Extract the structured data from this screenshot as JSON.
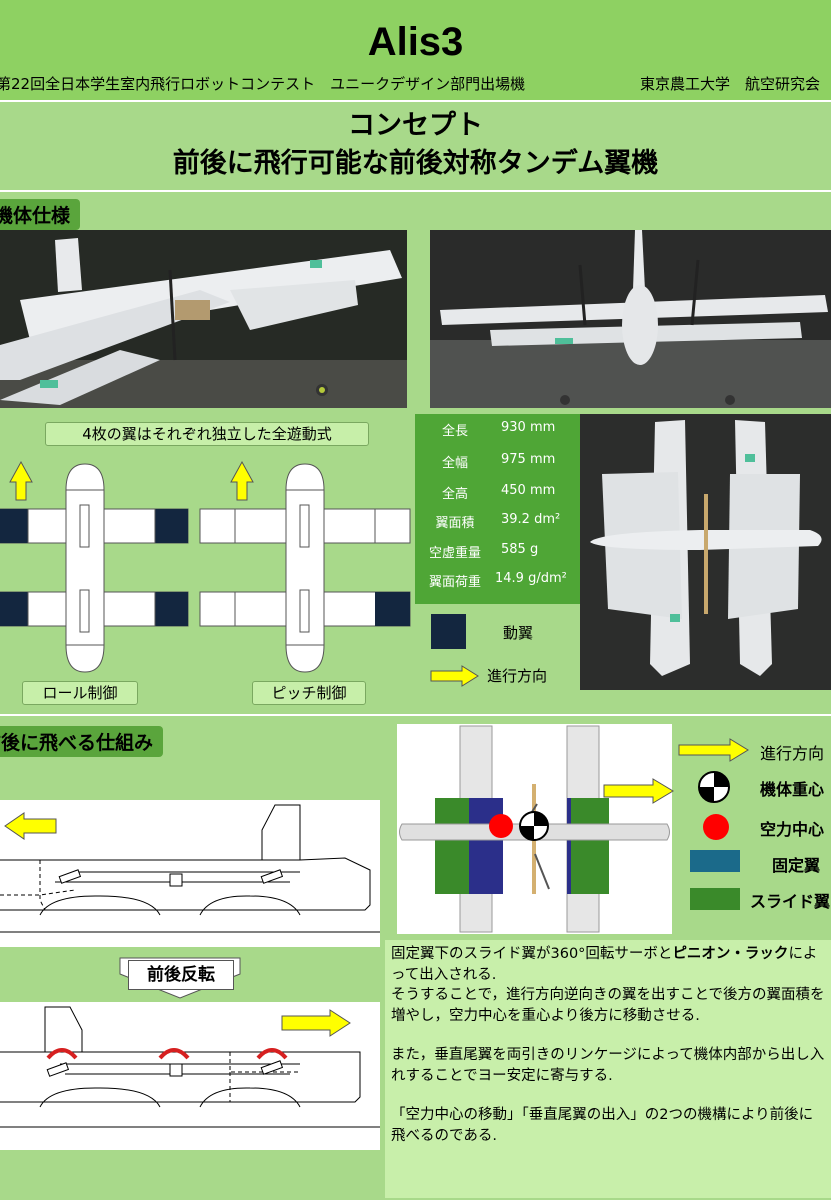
{
  "header": {
    "title": "Alis3",
    "subtitle_left": "第22回全日本学生室内飛行ロボットコンテスト　ユニークデザイン部門出場機",
    "subtitle_right": "東京農工大学　航空研究会"
  },
  "concept": {
    "line1": "コンセプト",
    "line2": "前後に飛行可能な前後対称タンデム翼機"
  },
  "spec_section": {
    "label": "機体仕様",
    "wing_caption": "4枚の翼はそれぞれ独立した全遊動式",
    "roll_label": "ロール制御",
    "pitch_label": "ピッチ制御",
    "specs": [
      {
        "key": "全長",
        "value": "930 mm"
      },
      {
        "key": "全幅",
        "value": "975 mm"
      },
      {
        "key": "全高",
        "value": "450 mm"
      },
      {
        "key": "翼面積",
        "value": "39.2 dm²"
      },
      {
        "key": "空虚重量",
        "value": "585 g"
      },
      {
        "key": "翼面荷重",
        "value": "14.9 g/dm²"
      }
    ],
    "legend_moving_wing": "動翼",
    "legend_direction": "進行方向"
  },
  "mechanism_section": {
    "label": "前後に飛べる仕組み",
    "flip_label": "前後反転",
    "legend": {
      "direction": "進行方向",
      "cg": "機体重心",
      "ac": "空力中心",
      "fixed_wing": "固定翼",
      "slide_wing": "スライド翼"
    },
    "desc_p1_a": "固定翼下のスライド翼が360°回転サーボと",
    "desc_p1_b": "ピニオン・ラック",
    "desc_p1_c": "によって出入される.",
    "desc_p2": "そうすることで，進行方向逆向きの翼を出すことで後方の翼面積を増やし，空力中心を重心より後方に移動させる.",
    "desc_p3": "また，垂直尾翼を両引きのリンケージによって機体内部から出し入れすることでヨー安定に寄与する.",
    "desc_p4": "「空力中心の移動」「垂直尾翼の出入」の2つの機構により前後に飛べるのである."
  },
  "colors": {
    "background": "#a8d98a",
    "header": "#8ed162",
    "section_label": "#5aa53c",
    "moving_wing": "#13263f",
    "fixed_wing": "#1b6a8a",
    "slide_wing": "#3a8a2a",
    "arrow": "#ffff00",
    "ac_dot": "#ff0000"
  }
}
